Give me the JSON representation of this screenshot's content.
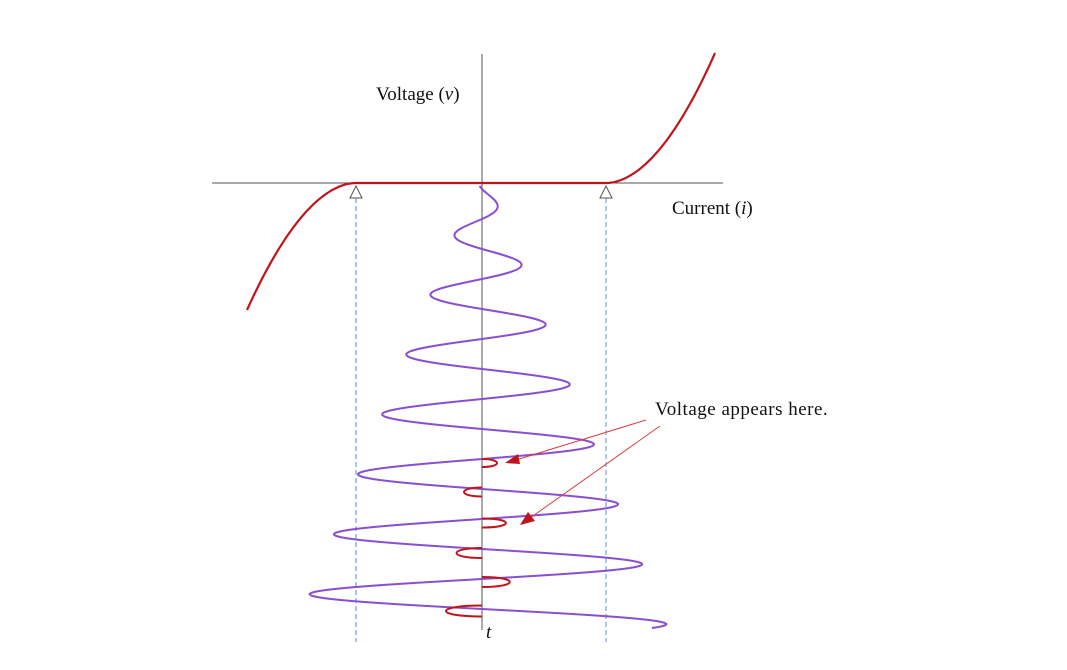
{
  "labels": {
    "y_axis_prefix": "Voltage (",
    "y_axis_var": "v",
    "y_axis_suffix": ")",
    "x_axis_prefix": "Current (",
    "x_axis_var": "i",
    "x_axis_suffix": ")",
    "time_var": "t",
    "annotation": "Voltage appears here."
  },
  "colors": {
    "axis": "#555555",
    "iv_curve": "#c0141c",
    "current_wave": "#8a4fd0",
    "voltage_pulses": "#c0141c",
    "projection": "#5b8fd6",
    "arrow": "#d84040"
  }
}
